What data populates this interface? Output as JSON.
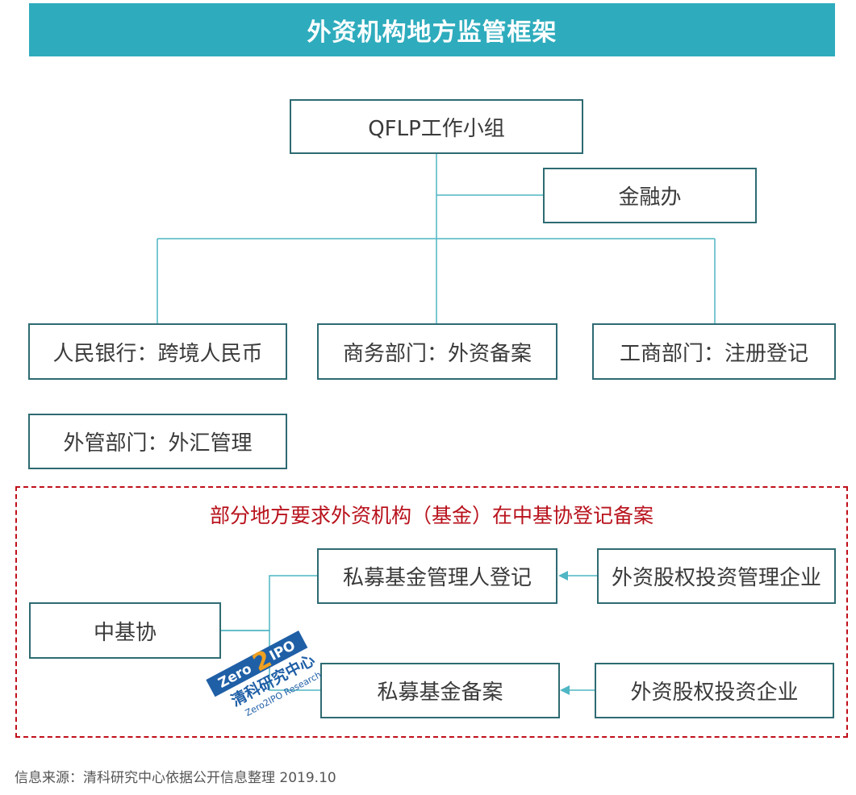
{
  "title": "外资机构地方监管框架",
  "top_box": "QFLP工作小组",
  "side_box": "金融办",
  "departments": [
    "人民银行：跨境人民币",
    "商务部门：外资备案",
    "工商部门：注册登记",
    "外管部门：外汇管理"
  ],
  "region": {
    "title": "部分地方要求外资机构（基金）在中基协登记备案",
    "amac": "中基协",
    "manager_registration": "私募基金管理人登记",
    "fund_filing": "私募基金备案",
    "fie_manager": "外资股权投资管理企业",
    "fie": "外资股权投资企业"
  },
  "logo": {
    "brand_top": "Zero",
    "brand_digit": "2",
    "brand_ipo": "IPO",
    "brand_cn": "清科研究中心",
    "brand_en": "Zero2IPO Research"
  },
  "source": "信息来源：清科研究中心依据公开信息整理 2019.10",
  "colors": {
    "banner": "#2eacbd",
    "box_border": "#2e6b72",
    "connector": "#4fb6c4",
    "dashed_region": "#c0101a",
    "region_title": "#b8121c",
    "logo_blue": "#1f5fa6"
  }
}
